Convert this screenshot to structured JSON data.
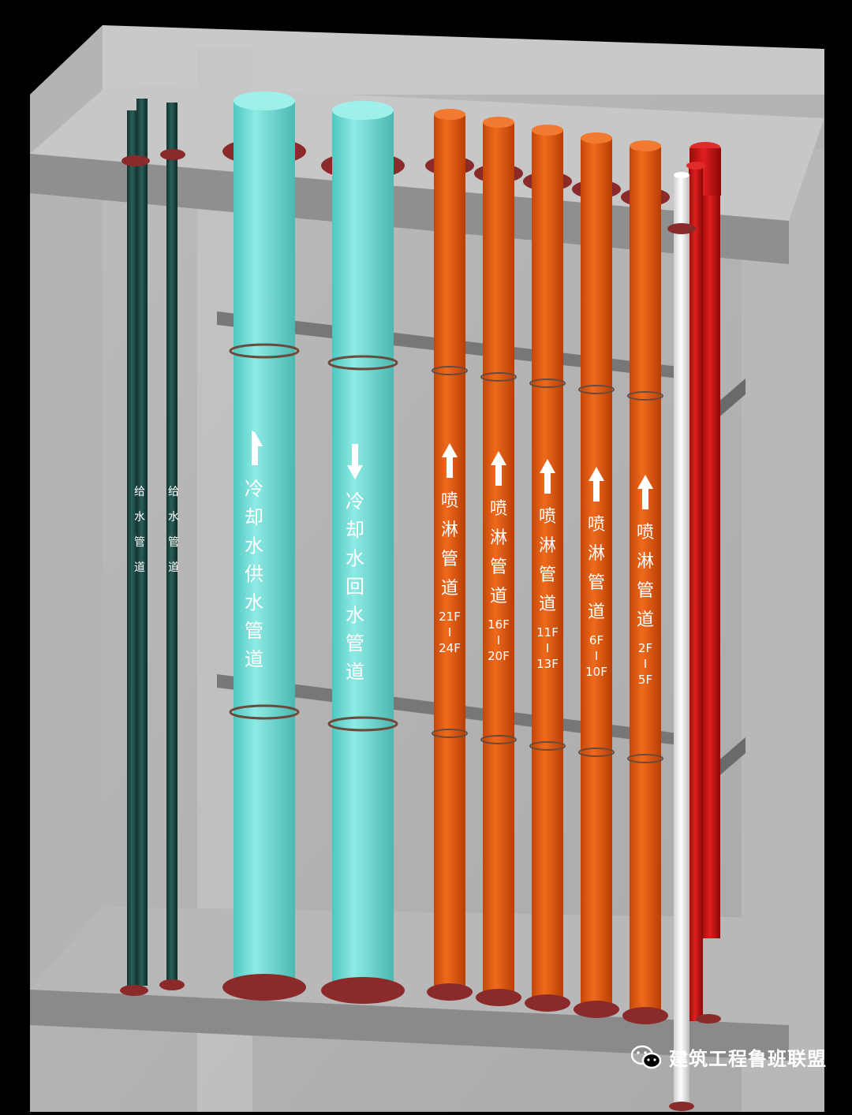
{
  "pipes": {
    "cooling_supply": {
      "label": "冷却水供水管道",
      "direction": "up",
      "color": "#7ee0da"
    },
    "cooling_return": {
      "label": "冷却水回水管道",
      "direction": "down",
      "color": "#7ee0da"
    },
    "sprinklers": [
      {
        "label": "喷淋管道",
        "floors": [
          "21F",
          "I",
          "24F"
        ],
        "direction": "up"
      },
      {
        "label": "喷淋管道",
        "floors": [
          "16F",
          "I",
          "20F"
        ],
        "direction": "up"
      },
      {
        "label": "喷淋管道",
        "floors": [
          "11F",
          "I",
          "13F"
        ],
        "direction": "up"
      },
      {
        "label": "喷淋管道",
        "floors": [
          "6F",
          "I",
          "10F"
        ],
        "direction": "up"
      },
      {
        "label": "喷淋管道",
        "floors": [
          "2F",
          "I",
          "5F"
        ],
        "direction": "up"
      }
    ],
    "small_pipe_fragments": [
      "给",
      "水",
      "管",
      "道"
    ]
  },
  "colors": {
    "sprinkler": "#e05a10",
    "cooling": "#7ee0da",
    "dark_pipe": "#1d4a46",
    "fire_red": "#c81414",
    "white_pipe": "#f4f4f4",
    "slab": "#9e9e9e",
    "collar": "#8a2a2a"
  },
  "watermark": {
    "icon": "wechat-icon",
    "text": "建筑工程鲁班联盟"
  }
}
